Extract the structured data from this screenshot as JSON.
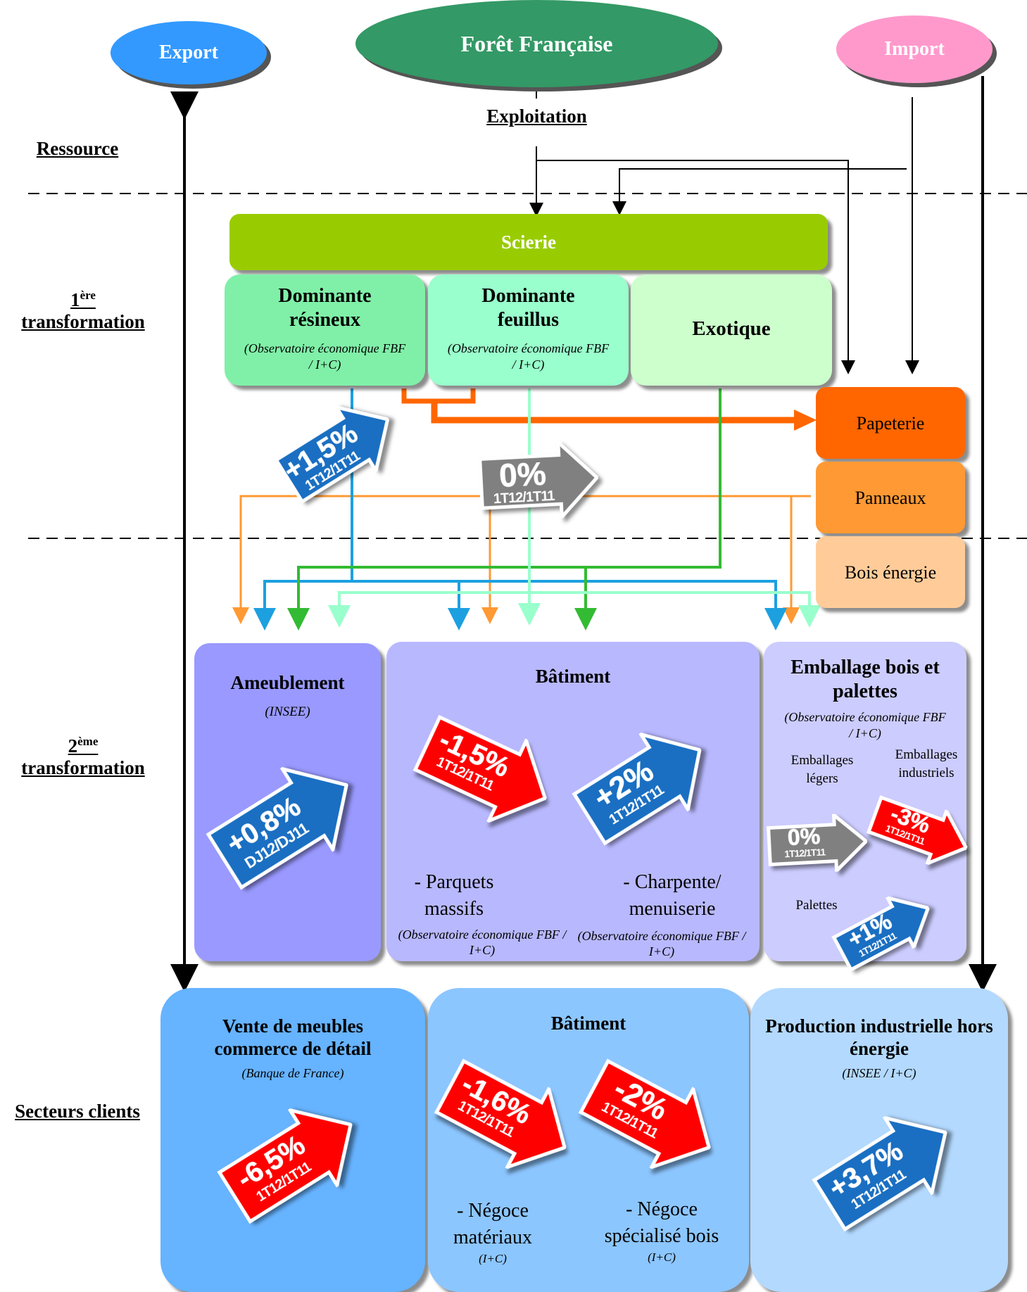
{
  "header": {
    "export": "Export",
    "foret": "Forêt Française",
    "import": "Import",
    "exploitation": "Exploitation"
  },
  "sections": {
    "ressource": "Ressource",
    "first_num": "1",
    "first_sup": "ère",
    "first_word": "transformation",
    "second_num": "2",
    "second_sup": "ème",
    "second_word": "transformation",
    "clients": "Secteurs clients"
  },
  "first": {
    "scierie": "Scierie",
    "resineux_title": "Dominante résineux",
    "resineux_source": "(Observatoire économique FBF / I+C)",
    "feuillus_title": "Dominante feuillus",
    "feuillus_source": "(Observatoire économique FBF / I+C)",
    "exotique": "Exotique",
    "papeterie": "Papeterie",
    "panneaux": "Panneaux",
    "bois_energie": "Bois énergie",
    "badge_resineux": {
      "value": "+1,5%",
      "period": "1T12/1T11"
    },
    "badge_feuillus": {
      "value": "0%",
      "period": "1T12/1T11"
    }
  },
  "second": {
    "ameublement_title": "Ameublement",
    "ameublement_source": "(INSEE)",
    "badge_ameublement": {
      "value": "+0,8%",
      "period": "DJ12/DJ11"
    },
    "batiment_title": "Bâtiment",
    "badge_parquets": {
      "value": "-1,5%",
      "period": "1T12/1T11"
    },
    "badge_charpente": {
      "value": "+2%",
      "period": "1T12/1T11"
    },
    "parquets_line1": "- Parquets",
    "parquets_line2": "massifs",
    "parquets_source": "(Observatoire économique FBF / I+C)",
    "charpente_line1": "- Charpente/",
    "charpente_line2": "menuiserie",
    "charpente_source": "(Observatoire économique FBF / I+C)",
    "emballage_title": "Emballage bois et palettes",
    "emballage_source": "(Observatoire économique FBF / I+C)",
    "emb_legers": "Emballages légers",
    "emb_industriels": "Emballages industriels",
    "palettes": "Palettes",
    "badge_legers": {
      "value": "0%",
      "period": "1T12/1T11"
    },
    "badge_industriels": {
      "value": "-3%",
      "period": "1T12/1T11"
    },
    "badge_palettes": {
      "value": "+1%",
      "period": "1T12/1T11"
    }
  },
  "clients": {
    "meubles_title": "Vente de meubles commerce de détail",
    "meubles_source": "(Banque de France)",
    "badge_meubles": {
      "value": "-6,5%",
      "period": "1T12/1T11"
    },
    "batiment_title": "Bâtiment",
    "badge_negoce_mat": {
      "value": "-1,6%",
      "period": "1T12/1T11"
    },
    "badge_negoce_bois": {
      "value": "-2%",
      "period": "1T12/1T11"
    },
    "negoce_mat_line1": "- Négoce",
    "negoce_mat_line2": "matériaux",
    "negoce_mat_source": "(I+C)",
    "negoce_bois_line1": "- Négoce",
    "negoce_bois_line2": "spécialisé bois",
    "negoce_bois_source": "(I+C)",
    "industrie_title": "Production industrielle hors énergie",
    "industrie_source": "(INSEE / I+C)",
    "badge_industrie": {
      "value": "+3,7%",
      "period": "1T12/1T11"
    }
  },
  "colors": {
    "export": "#3399ff",
    "foret": "#339966",
    "import": "#ff99cc",
    "scierie": "#99cc00",
    "resineux": "#80f0a8",
    "feuillus": "#99ffcc",
    "exotique": "#ccffcc",
    "papeterie": "#ff6600",
    "panneaux": "#ff9933",
    "bois_energie": "#ffcc99",
    "ameublement": "#9999ff",
    "batiment2": "#b8b8ff",
    "emballage": "#ccccff",
    "meubles": "#66b3ff",
    "batiment3": "#8cc6ff",
    "industrie": "#b3d9ff",
    "up": "#1a6fc2",
    "down": "#ff0000",
    "flat": "#808080"
  }
}
